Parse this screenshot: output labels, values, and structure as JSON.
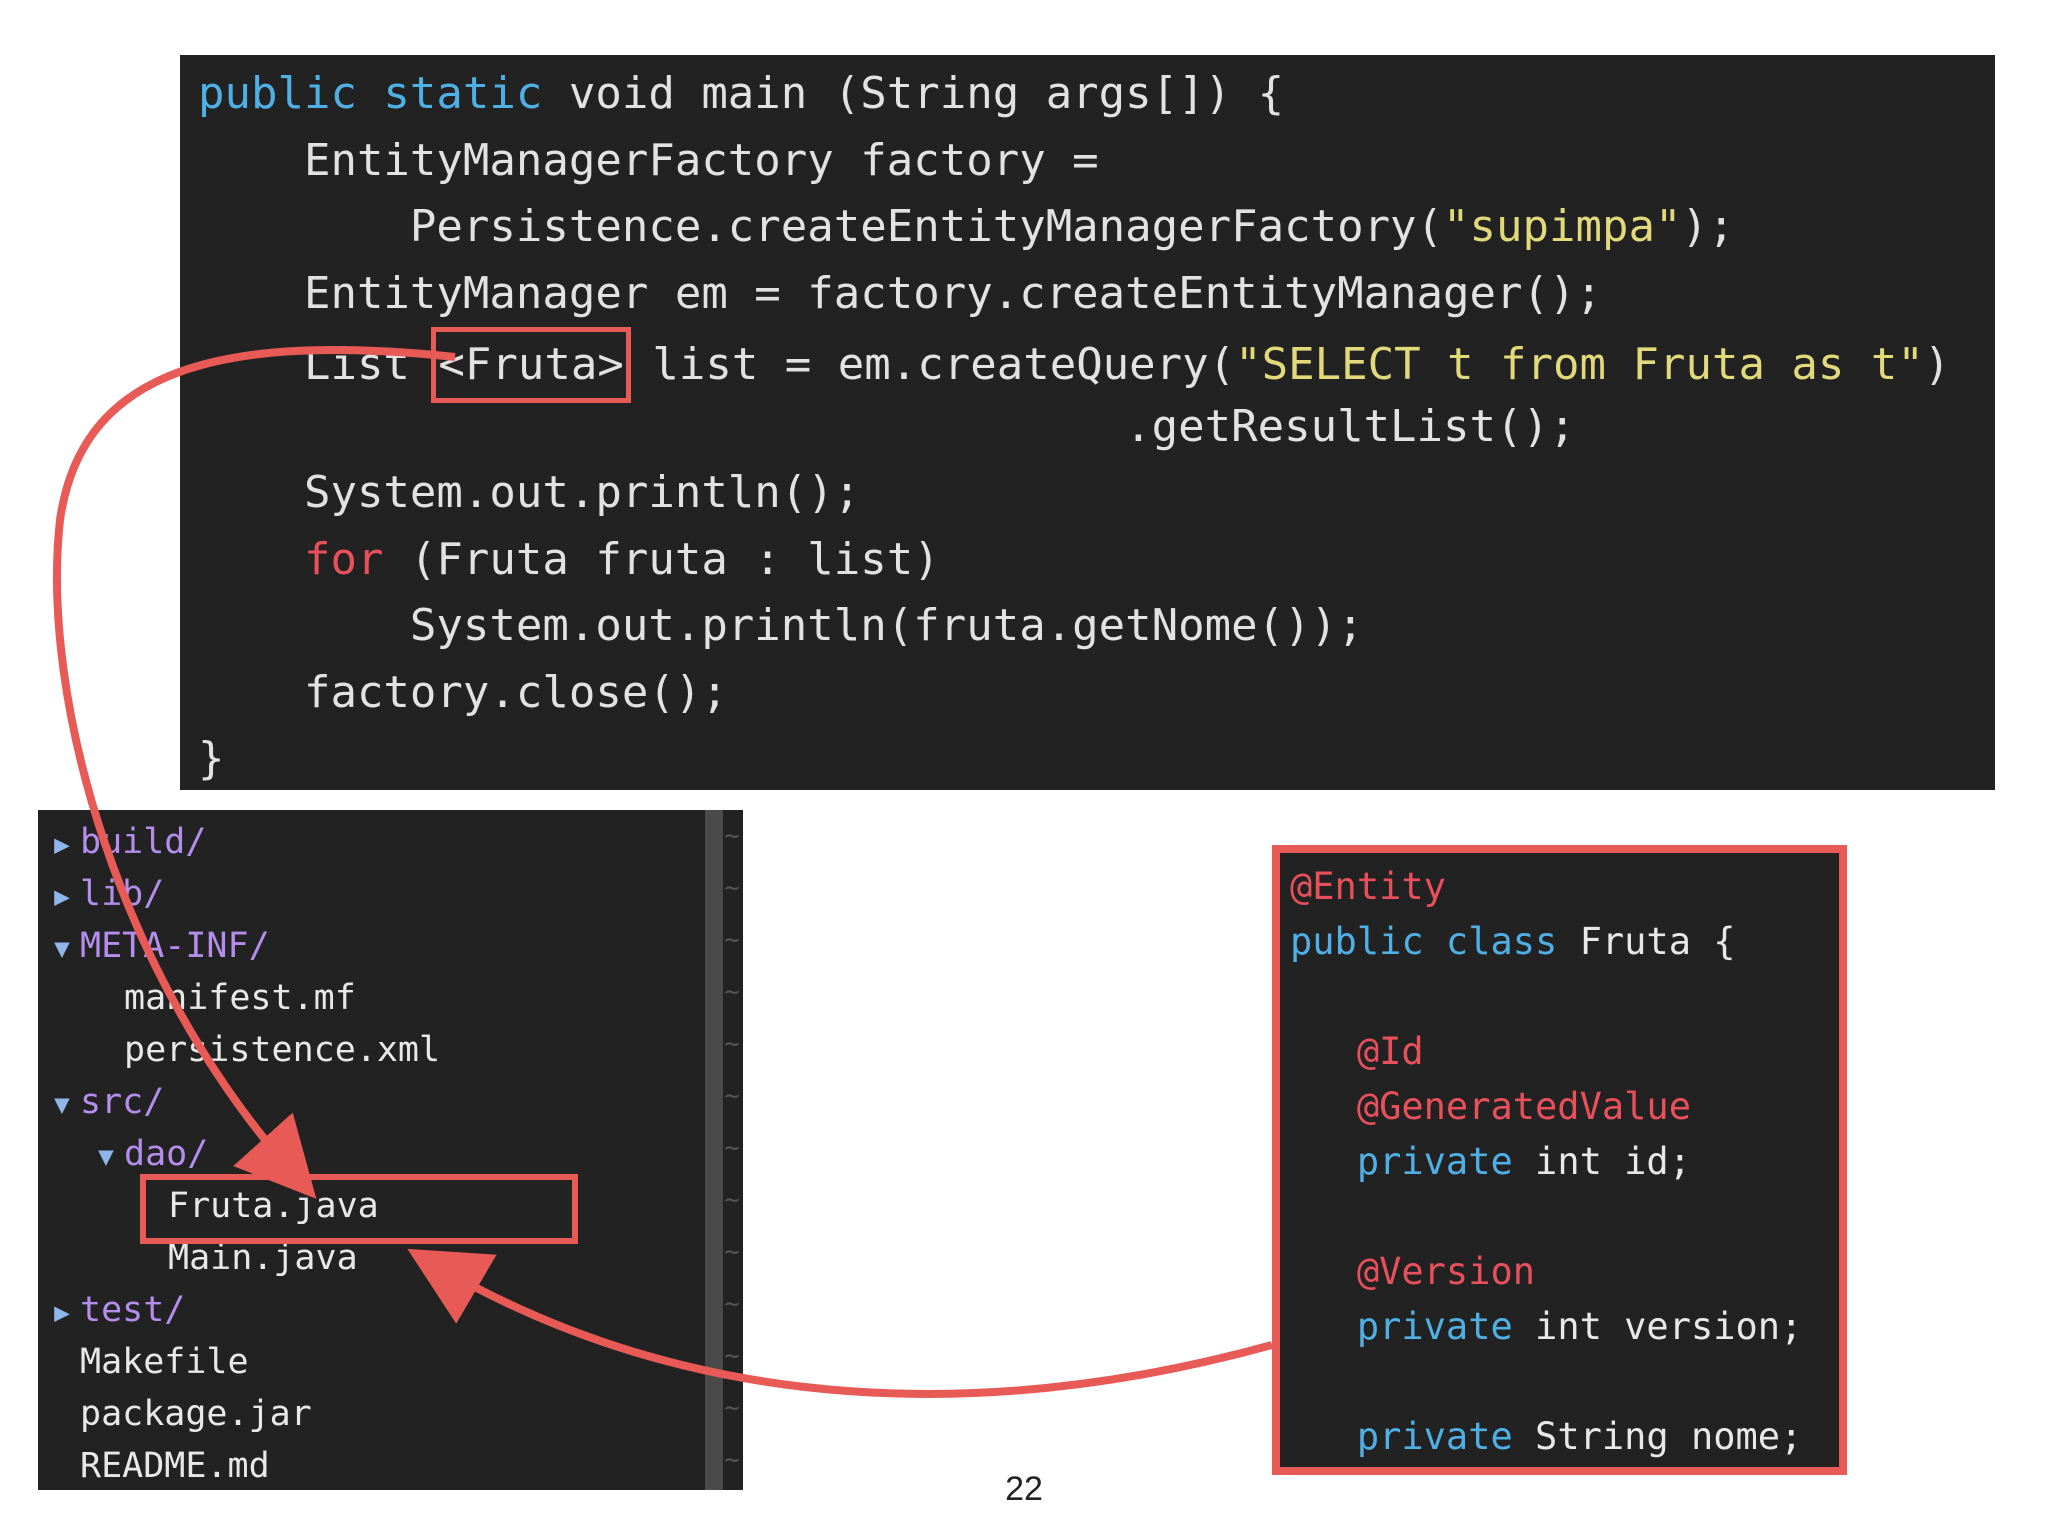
{
  "main_code": {
    "lines": [
      [
        {
          "t": "public static",
          "c": "kw"
        },
        {
          "t": " void main (String args[]) {",
          "c": ""
        }
      ],
      [
        {
          "t": "    EntityManagerFactory factory =",
          "c": ""
        }
      ],
      [
        {
          "t": "        Persistence.createEntityManagerFactory(",
          "c": ""
        },
        {
          "t": "\"supimpa\"",
          "c": "str"
        },
        {
          "t": ");",
          "c": ""
        }
      ],
      [
        {
          "t": "    EntityManager em = factory.createEntityManager();",
          "c": ""
        }
      ],
      [
        {
          "t": "    List ",
          "c": ""
        },
        {
          "t": "<Fruta>",
          "c": "hl"
        },
        {
          "t": " list = em.createQuery(",
          "c": ""
        },
        {
          "t": "\"SELECT t from Fruta as t\"",
          "c": "str"
        },
        {
          "t": ")",
          "c": ""
        }
      ],
      [
        {
          "t": "                                   .getResultList();",
          "c": ""
        }
      ],
      [
        {
          "t": "    System.out.println();",
          "c": ""
        }
      ],
      [
        {
          "t": "    ",
          "c": ""
        },
        {
          "t": "for",
          "c": "kw-red"
        },
        {
          "t": " (Fruta fruta : list)",
          "c": ""
        }
      ],
      [
        {
          "t": "        System.out.println(fruta.getNome());",
          "c": ""
        }
      ],
      [
        {
          "t": "    factory.close();",
          "c": ""
        }
      ],
      [
        {
          "t": "}",
          "c": ""
        }
      ]
    ]
  },
  "file_tree": {
    "items": [
      {
        "arrow": "▶",
        "indent": 0,
        "label": "build/",
        "dir": true
      },
      {
        "arrow": "▶",
        "indent": 0,
        "label": "lib/",
        "dir": true
      },
      {
        "arrow": "▼",
        "indent": 0,
        "label": "META-INF/",
        "dir": true
      },
      {
        "arrow": "",
        "indent": 1,
        "label": "manifest.mf",
        "dir": false
      },
      {
        "arrow": "",
        "indent": 1,
        "label": "persistence.xml",
        "dir": false
      },
      {
        "arrow": "▼",
        "indent": 0,
        "label": "src/",
        "dir": true
      },
      {
        "arrow": "▼",
        "indent": 1,
        "label": "dao/",
        "dir": true
      },
      {
        "arrow": "",
        "indent": 2,
        "label": "Fruta.java",
        "dir": false
      },
      {
        "arrow": "",
        "indent": 2,
        "label": "Main.java",
        "dir": false
      },
      {
        "arrow": "▶",
        "indent": 0,
        "label": "test/",
        "dir": true
      },
      {
        "arrow": "",
        "indent": 0,
        "label": "Makefile",
        "dir": false
      },
      {
        "arrow": "",
        "indent": 0,
        "label": "package.jar",
        "dir": false
      },
      {
        "arrow": "",
        "indent": 0,
        "label": "README.md",
        "dir": false
      }
    ],
    "tilde": "~"
  },
  "entity_code": {
    "lines": [
      [
        {
          "t": "@Entity",
          "c": "ann"
        }
      ],
      [
        {
          "t": "public class",
          "c": "kw"
        },
        {
          "t": " Fruta {",
          "c": ""
        }
      ],
      [
        {
          "t": "",
          "c": ""
        }
      ],
      [
        {
          "t": "   @Id",
          "c": "ann"
        }
      ],
      [
        {
          "t": "   @GeneratedValue",
          "c": "ann"
        }
      ],
      [
        {
          "t": "   private",
          "c": "kw"
        },
        {
          "t": " int id;",
          "c": ""
        }
      ],
      [
        {
          "t": "",
          "c": ""
        }
      ],
      [
        {
          "t": "   @Version",
          "c": "ann"
        }
      ],
      [
        {
          "t": "   private",
          "c": "kw"
        },
        {
          "t": " int version;",
          "c": ""
        }
      ],
      [
        {
          "t": "",
          "c": ""
        }
      ],
      [
        {
          "t": "   private",
          "c": "kw"
        },
        {
          "t": " String nome;",
          "c": ""
        }
      ]
    ]
  },
  "page_number": "22",
  "colors": {
    "highlight": "#e85a55",
    "background": "#222222",
    "keyword": "#4fb0e6",
    "string": "#e1d97a",
    "annotation": "#e8505b",
    "directory": "#b58ded"
  }
}
